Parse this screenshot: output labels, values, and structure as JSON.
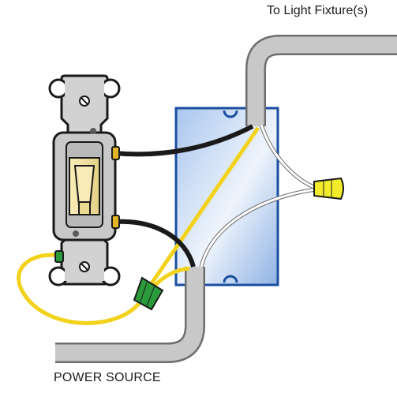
{
  "labels": {
    "to_light_fixture": "To Light Fixture(s)",
    "power_source": "POWER SOURCE"
  },
  "components": {
    "switch": "single-pole-switch",
    "box": "electrical-box",
    "wire_nuts": [
      "yellow-wire-nut",
      "green-wire-nut"
    ],
    "cables": [
      "cable-to-light-fixture",
      "cable-from-power-source"
    ]
  },
  "colors": {
    "conduit_fill": "#c8c8c8",
    "conduit_outline": "#6e6e6e",
    "box_fill": "#cfe0f4",
    "box_outline": "#1a4fa0",
    "hot_wire": "#1a1a1a",
    "neutral_wire": "#ffffff",
    "ground_wire": "#f2d21a",
    "ground_nut": "#2a9a3a",
    "neutral_nut": "#f3ec2a",
    "switch_body": "#c9c9c9",
    "toggle": "#f6e7a6"
  }
}
